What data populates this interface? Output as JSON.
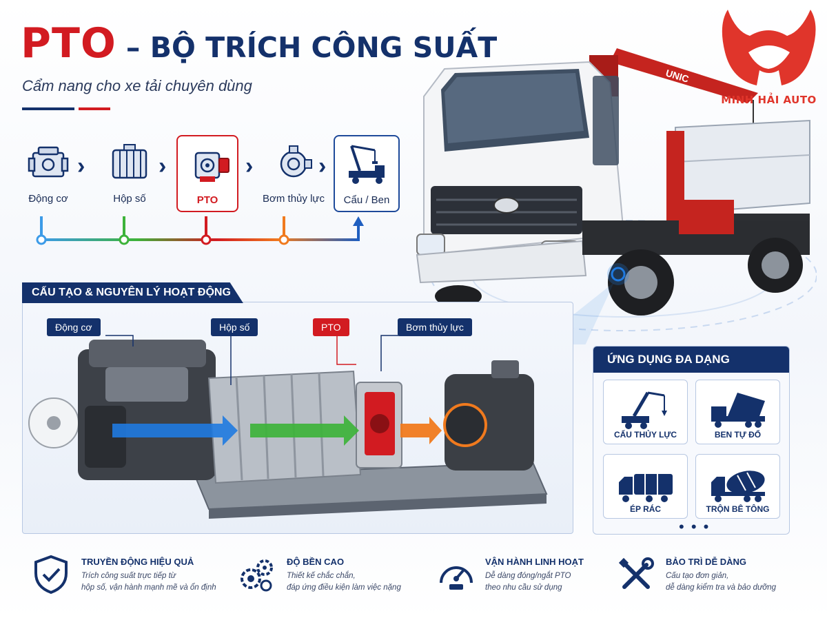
{
  "header": {
    "title_pto": "PTO",
    "title_rest": "– BỘ TRÍCH CÔNG SUẤT",
    "subtitle": "Cẩm nang cho xe tải chuyên dùng"
  },
  "brand": {
    "logo_text": "MINH HẢI AUTO",
    "crane_text": "UNIC"
  },
  "flow": {
    "items": [
      {
        "label": "Động cơ",
        "icon": "engine-icon"
      },
      {
        "label": "Hộp số",
        "icon": "gearbox-icon"
      },
      {
        "label": "PTO",
        "icon": "pto-icon"
      },
      {
        "label": "Bơm thủy lực",
        "icon": "hydraulic-pump-icon"
      },
      {
        "label": "Cẩu / Ben",
        "icon": "crane-truck-icon"
      }
    ]
  },
  "structure": {
    "title": "CẤU TẠO & NGUYÊN LÝ HOẠT ĐỘNG",
    "labels": {
      "engine": "Động cơ",
      "gearbox": "Hộp số",
      "pto": "PTO",
      "pump": "Bơm thủy lực"
    }
  },
  "applications": {
    "title": "ỨNG DỤNG ĐA DẠNG",
    "items": [
      {
        "label": "CẨU THỦY LỰC",
        "icon": "crane-icon"
      },
      {
        "label": "BEN TỰ ĐỔ",
        "icon": "dump-truck-icon"
      },
      {
        "label": "ÉP RÁC",
        "icon": "garbage-truck-icon"
      },
      {
        "label": "TRỘN BÊ TÔNG",
        "icon": "concrete-mixer-icon"
      }
    ],
    "more": "• • •"
  },
  "features": [
    {
      "title": "TRUYỀN ĐỘNG HIỆU QUẢ",
      "line1": "Trích công suất trực tiếp từ",
      "line2": "hộp số, vận hành mạnh mẽ và ổn định",
      "icon": "shield-check-icon"
    },
    {
      "title": "ĐỘ BỀN CAO",
      "line1": "Thiết kế chắc chắn,",
      "line2": "đáp ứng điều kiện làm việc nặng",
      "icon": "gears-icon"
    },
    {
      "title": "VẬN HÀNH LINH HOẠT",
      "line1": "Dễ dàng đóng/ngắt PTO",
      "line2": "theo nhu cầu sử dụng",
      "icon": "speedometer-icon"
    },
    {
      "title": "BẢO TRÌ DỄ DÀNG",
      "line1": "Cấu tạo đơn giản,",
      "line2": "dễ dàng kiểm tra và bảo dưỡng",
      "icon": "tools-icon"
    }
  ],
  "colors": {
    "navy": "#14316b",
    "red": "#d21b21",
    "blue_flow": "#1f7ae0",
    "green_flow": "#3db33a",
    "orange_flow": "#f07a1e"
  }
}
